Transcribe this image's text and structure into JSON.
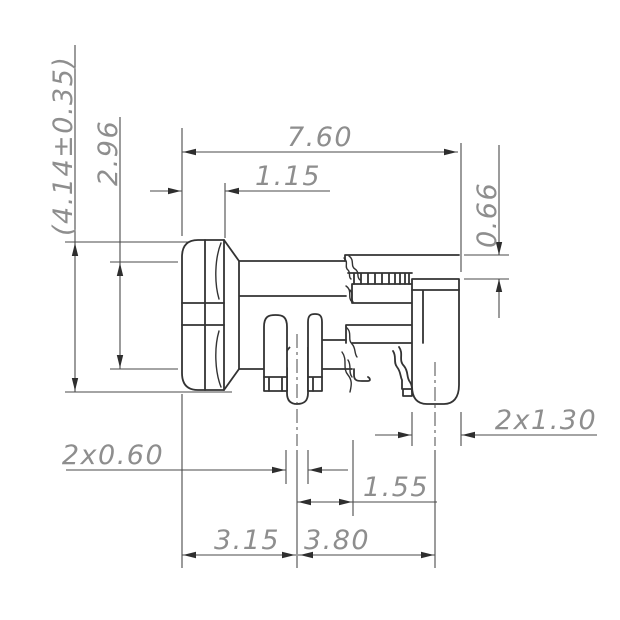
{
  "drawing": {
    "type": "engineering-dimension-drawing",
    "view": "connector-side-view",
    "units_implied": "mm",
    "background": "#ffffff",
    "line_color": "#333333",
    "dimension_text_color": "#8e8e8e",
    "dimensions": {
      "overall_height": "(4.14±0.35)",
      "body_height": "2.96",
      "overall_length": "7.60",
      "cap_thickness": "1.15",
      "tab_top_offset": "0.66",
      "tab_width": "2x1.30",
      "pin_width": "2x0.60",
      "bracket_offset": "1.55",
      "pin_center_from_face": "3.15",
      "tab_center_from_pin": "3.80"
    }
  }
}
